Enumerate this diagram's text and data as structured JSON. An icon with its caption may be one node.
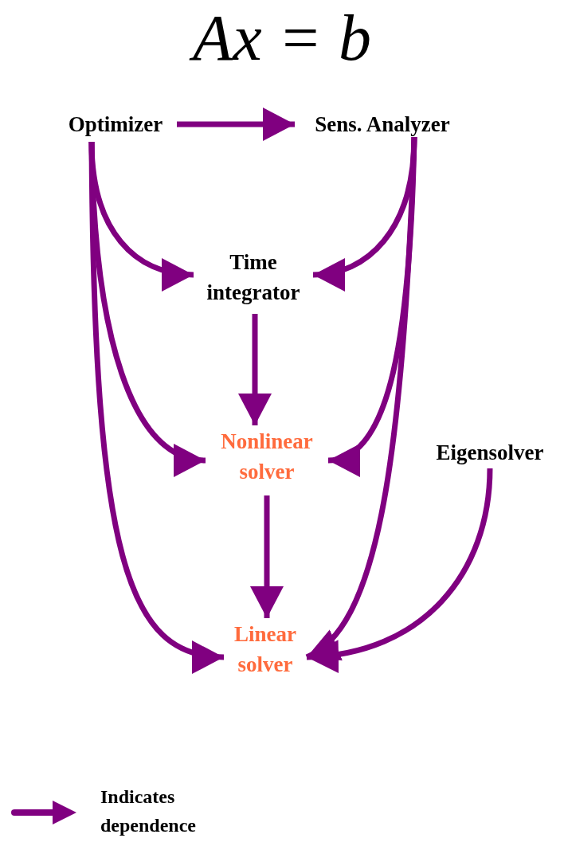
{
  "diagram": {
    "title": "Ax = b",
    "nodes": [
      {
        "text": [
          "Optimizer"
        ]
      },
      {
        "text": [
          "Sens. Analyzer"
        ]
      },
      {
        "text": [
          "Time integrator"
        ]
      },
      {
        "text": [
          "Nonlinear solver"
        ]
      },
      {
        "text": [
          "Linear solver"
        ]
      },
      {
        "text": [
          "Eigensolver"
        ]
      }
    ],
    "edges": [
      {
        "from": 0,
        "to": 1,
        "arrow": "to"
      },
      {
        "from": 0,
        "to": 2,
        "arrow": "to"
      },
      {
        "from": 1,
        "to": 2,
        "arrow": "to"
      },
      {
        "from": 2,
        "to": 3,
        "arrow": "to"
      },
      {
        "from": 0,
        "to": 3,
        "arrow": "to"
      },
      {
        "from": 1,
        "to": 3,
        "arrow": "to"
      },
      {
        "from": 3,
        "to": 4,
        "arrow": "to"
      },
      {
        "from": 0,
        "to": 4,
        "arrow": "to"
      },
      {
        "from": 1,
        "to": 4,
        "arrow": "to"
      },
      {
        "from": 5,
        "to": 4,
        "arrow": "to"
      }
    ],
    "legend": [
      {
        "text": "Indicates dependence"
      }
    ]
  }
}
